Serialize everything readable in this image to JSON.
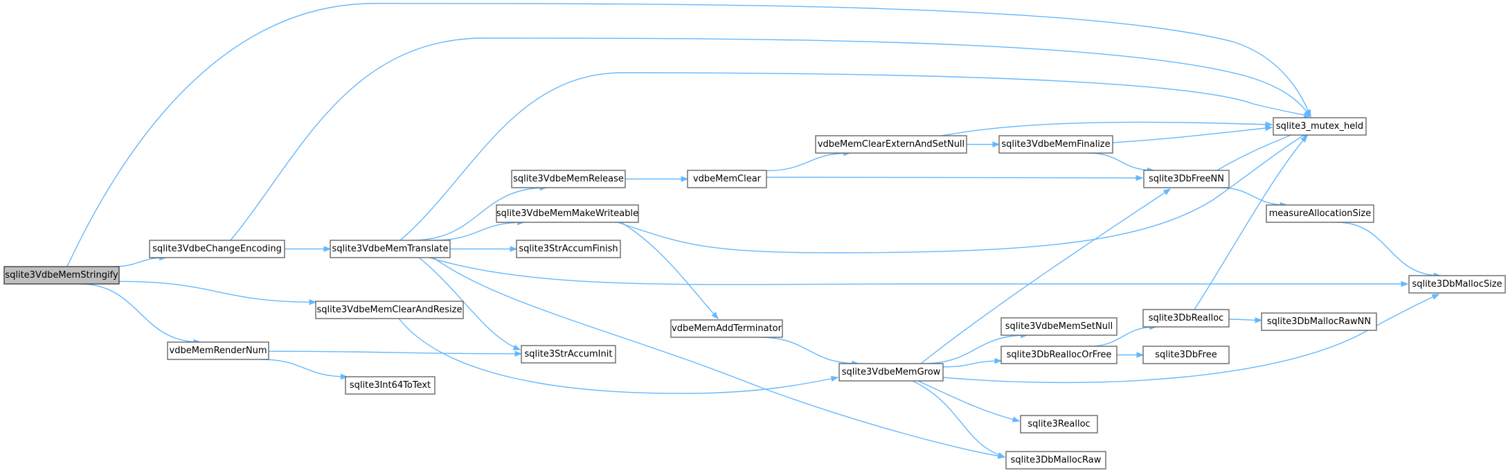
{
  "diagram": {
    "root": "sqlite3VdbeMemStringify",
    "nodes": [
      {
        "id": "stringify",
        "label": "sqlite3VdbeMemStringify",
        "root": true
      },
      {
        "id": "changeenc",
        "label": "sqlite3VdbeChangeEncoding"
      },
      {
        "id": "translate",
        "label": "sqlite3VdbeMemTranslate"
      },
      {
        "id": "clearresize",
        "label": "sqlite3VdbeMemClearAndResize"
      },
      {
        "id": "rendernum",
        "label": "vdbeMemRenderNum"
      },
      {
        "id": "int64totext",
        "label": "sqlite3Int64ToText"
      },
      {
        "id": "release",
        "label": "sqlite3VdbeMemRelease"
      },
      {
        "id": "makewriteable",
        "label": "sqlite3VdbeMemMakeWriteable"
      },
      {
        "id": "strfinish",
        "label": "sqlite3StrAccumFinish"
      },
      {
        "id": "strinit",
        "label": "sqlite3StrAccumInit"
      },
      {
        "id": "memclear",
        "label": "vdbeMemClear"
      },
      {
        "id": "addterm",
        "label": "vdbeMemAddTerminator"
      },
      {
        "id": "clearextern",
        "label": "vdbeMemClearExternAndSetNull"
      },
      {
        "id": "finalize",
        "label": "sqlite3VdbeMemFinalize"
      },
      {
        "id": "memgrow",
        "label": "sqlite3VdbeMemGrow"
      },
      {
        "id": "dbfreenn",
        "label": "sqlite3DbFreeNN"
      },
      {
        "id": "setnull",
        "label": "sqlite3VdbeMemSetNull"
      },
      {
        "id": "reallocorfree",
        "label": "sqlite3DbReallocOrFree"
      },
      {
        "id": "realloc",
        "label": "sqlite3Realloc"
      },
      {
        "id": "mallocraw",
        "label": "sqlite3DbMallocRaw"
      },
      {
        "id": "dbrealloc",
        "label": "sqlite3DbRealloc"
      },
      {
        "id": "dbfree",
        "label": "sqlite3DbFree"
      },
      {
        "id": "mutexheld",
        "label": "sqlite3_mutex_held"
      },
      {
        "id": "measure",
        "label": "measureAllocationSize"
      },
      {
        "id": "mallocsize",
        "label": "sqlite3DbMallocSize"
      },
      {
        "id": "mallocrawnn",
        "label": "sqlite3DbMallocRawNN"
      }
    ],
    "edges": [
      [
        "stringify",
        "mutexheld"
      ],
      [
        "stringify",
        "changeenc"
      ],
      [
        "stringify",
        "clearresize"
      ],
      [
        "stringify",
        "rendernum"
      ],
      [
        "changeenc",
        "mutexheld"
      ],
      [
        "changeenc",
        "translate"
      ],
      [
        "translate",
        "mutexheld"
      ],
      [
        "translate",
        "release"
      ],
      [
        "translate",
        "makewriteable"
      ],
      [
        "translate",
        "strfinish"
      ],
      [
        "translate",
        "mallocsize"
      ],
      [
        "translate",
        "strinit"
      ],
      [
        "translate",
        "mallocraw"
      ],
      [
        "clearresize",
        "memgrow"
      ],
      [
        "rendernum",
        "strinit"
      ],
      [
        "rendernum",
        "int64totext"
      ],
      [
        "release",
        "memclear"
      ],
      [
        "memclear",
        "clearextern"
      ],
      [
        "memclear",
        "dbfreenn"
      ],
      [
        "clearextern",
        "mutexheld"
      ],
      [
        "clearextern",
        "finalize"
      ],
      [
        "finalize",
        "mutexheld"
      ],
      [
        "finalize",
        "dbfreenn"
      ],
      [
        "makewriteable",
        "mutexheld"
      ],
      [
        "makewriteable",
        "addterm"
      ],
      [
        "addterm",
        "memgrow"
      ],
      [
        "memgrow",
        "dbfreenn"
      ],
      [
        "memgrow",
        "setnull"
      ],
      [
        "memgrow",
        "reallocorfree"
      ],
      [
        "memgrow",
        "mallocsize"
      ],
      [
        "memgrow",
        "realloc"
      ],
      [
        "memgrow",
        "mallocraw"
      ],
      [
        "dbfreenn",
        "mutexheld"
      ],
      [
        "dbfreenn",
        "measure"
      ],
      [
        "measure",
        "mallocsize"
      ],
      [
        "reallocorfree",
        "dbrealloc"
      ],
      [
        "reallocorfree",
        "dbfree"
      ],
      [
        "dbrealloc",
        "mutexheld"
      ],
      [
        "dbrealloc",
        "mallocrawnn"
      ]
    ]
  }
}
